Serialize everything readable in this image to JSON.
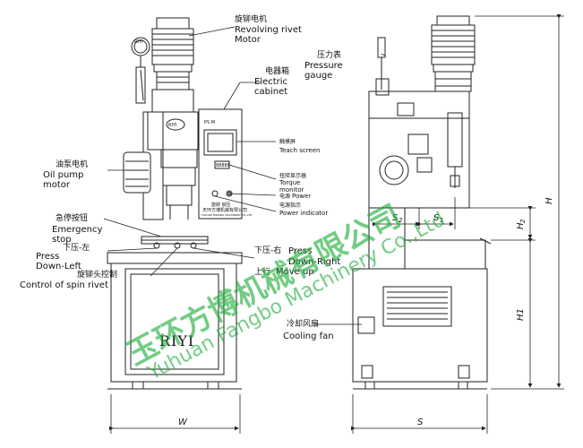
{
  "labels": {
    "revolving_motor_cn": "旋铆电机",
    "revolving_motor_en1": "Revolving rivet",
    "revolving_motor_en2": "Motor",
    "electric_cabinet_cn": "电器箱",
    "electric_cabinet_en1": "Electric",
    "electric_cabinet_en2": "cabinet",
    "oil_pump_cn": "油泵电机",
    "oil_pump_en1": "Oil pump",
    "oil_pump_en2": "motor",
    "teach_cn": "触摸屏",
    "teach_en": "Teach screen",
    "torque_cn": "扭矩显示器",
    "torque_en": "Torque",
    "monitor_en": "monitor",
    "power_cn": "电源",
    "power_en": "Power",
    "power_ind_cn": "电源指示",
    "power_ind_en": "Power indicator",
    "emergency_cn": "急停按钮",
    "emergency_en1": "Emergency",
    "emergency_en2": "stop",
    "press_left_cn": "下压-左",
    "press_left_en1": "Press",
    "press_left_en2": "Down-Left",
    "spin_cn": "旋铆头控制",
    "spin_en": "Control of spin rivet",
    "press_right_cn": "下压-右",
    "press_right_en1": "Press",
    "press_right_en2": "Down-Right",
    "move_up_cn": "上行",
    "move_up_en": "Move up",
    "pressure_gauge_cn": "压力表",
    "pressure_gauge_en1": "Pressure",
    "pressure_gauge_en2": "gauge",
    "cooling_fan_cn": "冷却风扇",
    "cooling_fan_en": "Cooling fan",
    "brand": "RIYI",
    "panel_top_label": "PS M",
    "torque_display_text": "88888",
    "panel_small_cn": "旋转 铆压",
    "panel_small_company": "天环方博机械有限公司",
    "panel_small_en": "YUHUAN FANGBO MACHINERY CO.,LTD",
    "gauge_brand": "RIYI",
    "head_badge": "RIYI"
  },
  "dimensions": {
    "W": "W",
    "S": "S",
    "S1": "S",
    "S1_sub": "1",
    "S2": "S",
    "S2_sub": "2",
    "H": "H",
    "H1": "H1",
    "H2": "H",
    "H2_sub": "2"
  },
  "watermark": {
    "cn": "玉环方博机械有限公司",
    "en": "Yuhuan Fangbo Machinery Co.,Ltd"
  },
  "colors": {
    "line": "#222222",
    "watermark": "#1fae3a"
  }
}
